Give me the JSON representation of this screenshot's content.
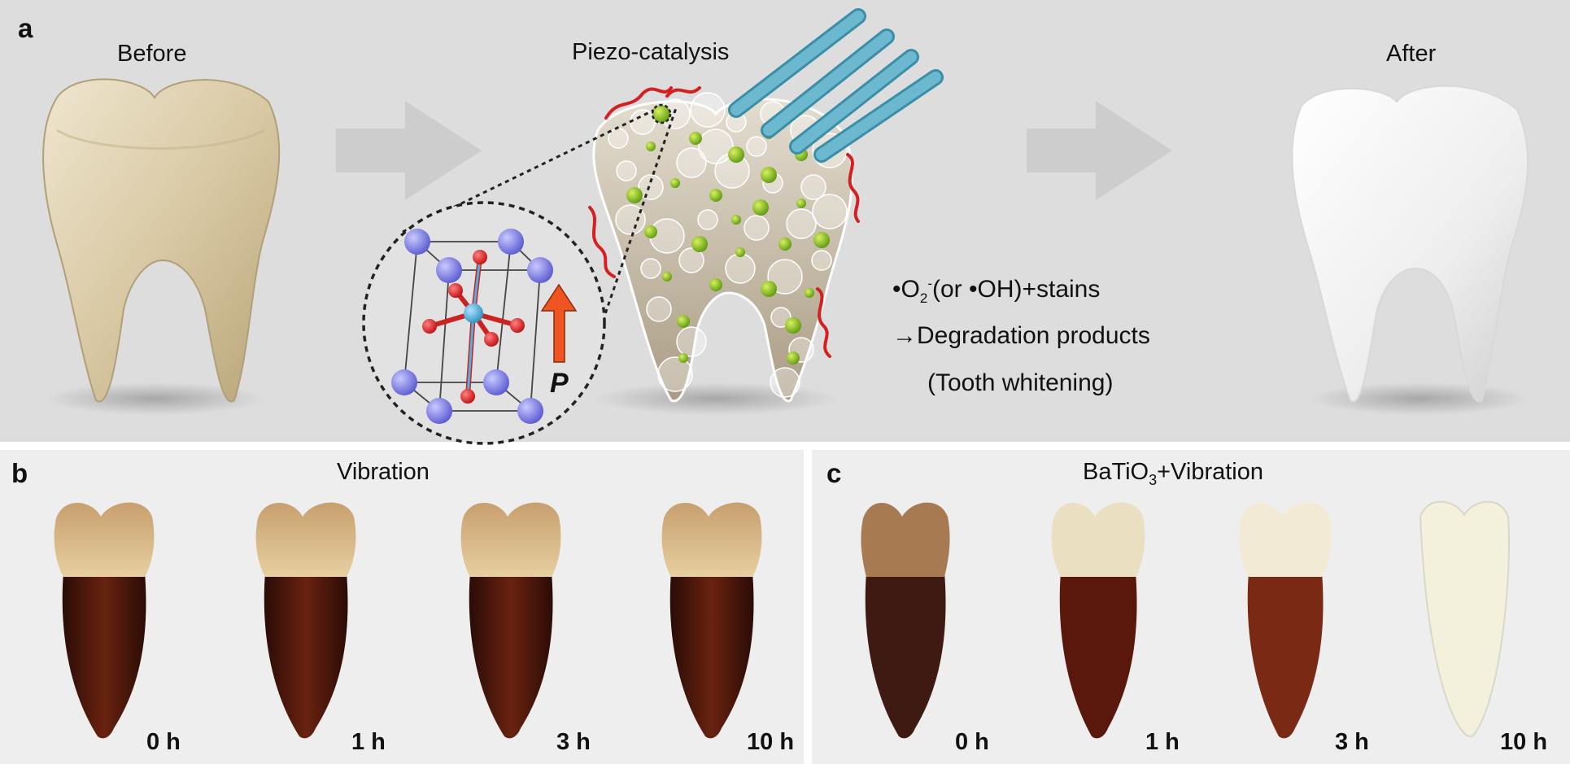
{
  "panel_a": {
    "letter": "a",
    "before_label": "Before",
    "middle_label": "Piezo-catalysis",
    "after_label": "After",
    "polarization_label": "P",
    "reaction": {
      "line1_prefix": "•O",
      "line1_sub": "2",
      "line1_sup": "-",
      "line1_suffix": "(or •OH)+stains",
      "line2": "→Degradation products",
      "line3": "(Tooth whitening)"
    }
  },
  "panel_b": {
    "letter": "b",
    "title": "Vibration",
    "times": [
      "0 h",
      "1 h",
      "3 h",
      "10 h"
    ]
  },
  "panel_c": {
    "letter": "c",
    "title_prefix": "BaTiO",
    "title_sub": "3",
    "title_suffix": "+Vibration",
    "times": [
      "0 h",
      "1 h",
      "3 h",
      "10 h"
    ]
  },
  "colors": {
    "panel_a_background": "#dddddd",
    "photo_background": "#eeeeee",
    "stained_crown": "#d9bf8e",
    "stained_root": "#4a160c",
    "clean_tooth": "#f3f3ee",
    "brush_bristles": "#6cb8cf",
    "green_particles": "#8fc11f",
    "stain_squiggle": "#d42020",
    "ba_atoms": "#7e7ee0",
    "ti_atom": "#4fb0dc",
    "o_atoms": "#dd1f1f",
    "polarization_arrow": "#ee5522"
  }
}
